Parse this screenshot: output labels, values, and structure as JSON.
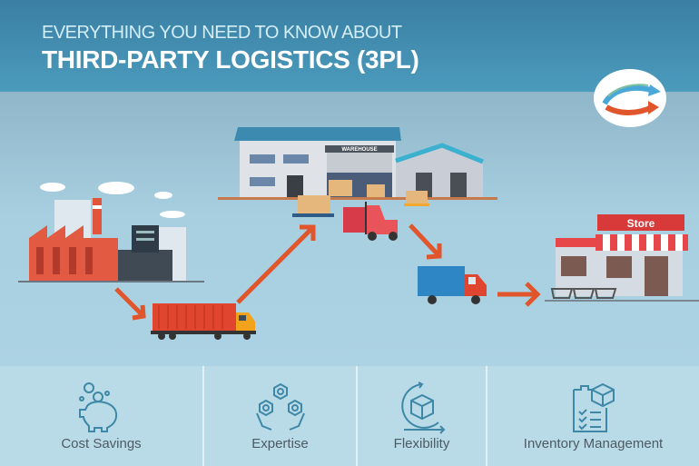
{
  "header": {
    "subtitle": "EVERYTHING YOU NEED TO KNOW ABOUT",
    "title": "THIRD-PARTY LOGISTICS (3PL)"
  },
  "scene": {
    "warehouse_sign": "WAREHOUSE",
    "store_sign": "Store"
  },
  "colors": {
    "header": "#3f8bb0",
    "arrow": "#e0552b",
    "icon": "#3e87a6"
  },
  "features": [
    {
      "label": "Cost Savings",
      "icon": "piggy-bank-icon"
    },
    {
      "label": "Expertise",
      "icon": "gears-hands-icon"
    },
    {
      "label": "Flexibility",
      "icon": "box-cycle-icon"
    },
    {
      "label": "Inventory Management",
      "icon": "clipboard-box-icon"
    }
  ]
}
